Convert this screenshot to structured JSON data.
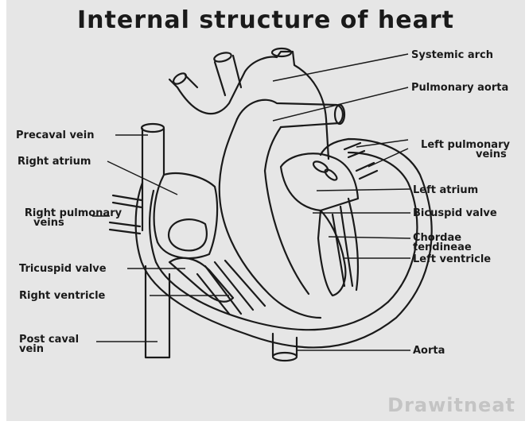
{
  "title": "Internal structure of heart",
  "labels": {
    "systemic_arch": "Systemic arch",
    "pulmonary_aorta": "Pulmonary aorta",
    "precaval_vein": "Precaval vein",
    "left_pulmonary_veins_1": "Left pulmonary",
    "left_pulmonary_veins_2": "veins",
    "right_atrium": "Right atrium",
    "left_atrium": "Left atrium",
    "right_pulmonary_veins_1": "Right pulmonary",
    "right_pulmonary_veins_2": "veins",
    "bicuspid_valve": "Bicuspid valve",
    "chordae_tendineae_1": "Chordae",
    "chordae_tendineae_2": "tendineae",
    "left_ventricle": "Left ventricle",
    "tricuspid_valve": "Tricuspid valve",
    "right_ventricle": "Right ventricle",
    "post_caval_vein_1": "Post caval",
    "post_caval_vein_2": "vein",
    "aorta": "Aorta"
  },
  "watermark": "Drawitneat"
}
